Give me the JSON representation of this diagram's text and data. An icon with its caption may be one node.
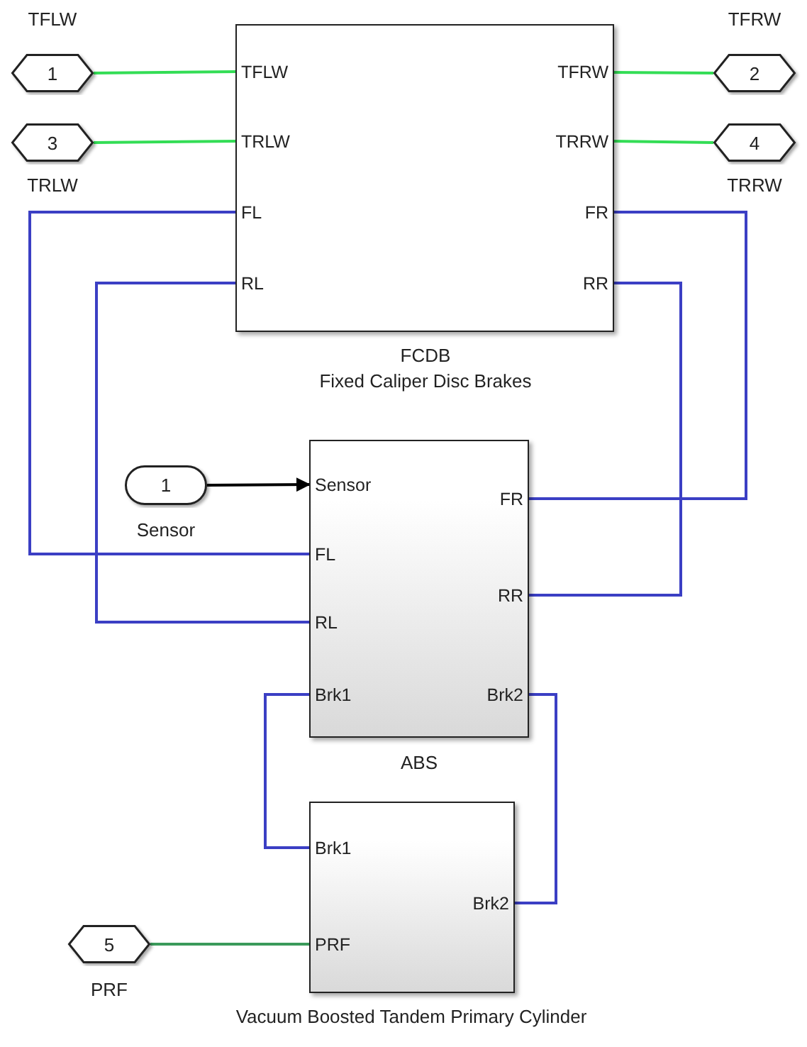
{
  "diagram": {
    "nodes": [
      {
        "text": [],
        "shape": "box",
        "beside": [
          "FCDB",
          "Fixed Caliper Disc Brakes"
        ]
      },
      {
        "text": [
          "TFLW"
        ],
        "in": 0
      },
      {
        "text": [
          "TRLW"
        ],
        "in": 0
      },
      {
        "text": [
          "FL"
        ],
        "in": 0
      },
      {
        "text": [
          "RL"
        ],
        "in": 0
      },
      {
        "text": [
          "TFRW"
        ],
        "in": 0
      },
      {
        "text": [
          "TRRW"
        ],
        "in": 0
      },
      {
        "text": [
          "FR"
        ],
        "in": 0
      },
      {
        "text": [
          "RR"
        ],
        "in": 0
      },
      {
        "text": [
          "1"
        ],
        "beside": [
          "TFLW"
        ]
      },
      {
        "text": [
          "2"
        ],
        "beside": [
          "TFRW"
        ]
      },
      {
        "text": [
          "3"
        ],
        "beside": [
          "TRLW"
        ]
      },
      {
        "text": [
          "4"
        ],
        "beside": [
          "TRRW"
        ]
      },
      {
        "text": [
          "1"
        ],
        "beside": [
          "Sensor"
        ]
      },
      {
        "text": [],
        "shape": "box",
        "beside": [
          "ABS"
        ]
      },
      {
        "text": [
          "Sensor"
        ],
        "in": 14
      },
      {
        "text": [
          "FL"
        ],
        "in": 14
      },
      {
        "text": [
          "RL"
        ],
        "in": 14
      },
      {
        "text": [
          "Brk1"
        ],
        "in": 14
      },
      {
        "text": [
          "FR"
        ],
        "in": 14
      },
      {
        "text": [
          "RR"
        ],
        "in": 14
      },
      {
        "text": [
          "Brk2"
        ],
        "in": 14
      },
      {
        "text": [],
        "shape": "box",
        "beside": [
          "Vacuum Boosted Tandem Primary Cylinder"
        ]
      },
      {
        "text": [
          "Brk1"
        ],
        "in": 22
      },
      {
        "text": [
          "Brk2"
        ],
        "in": 22
      },
      {
        "text": [
          "PRF"
        ],
        "in": 22
      },
      {
        "text": [
          "5"
        ],
        "beside": [
          "PRF"
        ]
      }
    ],
    "edges": [
      {
        "from": 9,
        "to": 1,
        "arrow": "none",
        "color": "#33dd55"
      },
      {
        "from": 11,
        "to": 2,
        "arrow": "none",
        "color": "#33dd55"
      },
      {
        "from": 5,
        "to": 10,
        "arrow": "none",
        "color": "#33dd55"
      },
      {
        "from": 6,
        "to": 12,
        "arrow": "none",
        "color": "#33dd55"
      },
      {
        "from": 3,
        "to": 16,
        "arrow": "none"
      },
      {
        "from": 4,
        "to": 17,
        "arrow": "none"
      },
      {
        "from": 7,
        "to": 19,
        "arrow": "none"
      },
      {
        "from": 8,
        "to": 20,
        "arrow": "none"
      },
      {
        "from": 13,
        "to": 15,
        "arrow": "to",
        "color": "#000000"
      },
      {
        "from": 18,
        "to": 23,
        "arrow": "none"
      },
      {
        "from": 21,
        "to": 24,
        "arrow": "none"
      },
      {
        "from": 26,
        "to": 25,
        "arrow": "none",
        "color": "#3a9a5a"
      }
    ]
  }
}
